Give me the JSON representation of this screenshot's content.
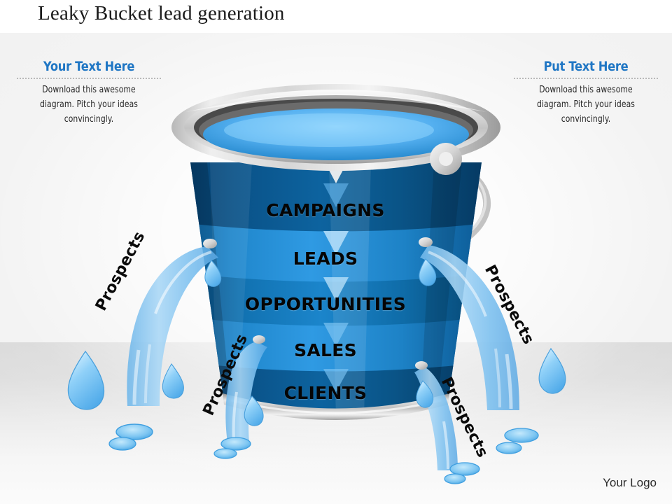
{
  "slide": {
    "title": "Leaky Bucket lead generation",
    "logo": "Your Logo"
  },
  "left_panel": {
    "heading": "Your Text Here",
    "body": "Download this awesome diagram. Pitch your ideas convincingly."
  },
  "right_panel": {
    "heading": "Put Text Here",
    "body": "Download this awesome diagram. Pitch your ideas convincingly."
  },
  "funnel": {
    "stages": [
      {
        "label": "CAMPAIGNS"
      },
      {
        "label": "LEADS"
      },
      {
        "label": "OPPORTUNITIES"
      },
      {
        "label": "SALES"
      },
      {
        "label": "CLIENTS"
      }
    ]
  },
  "leaks": [
    {
      "label": "Prospects",
      "position": "left-upper"
    },
    {
      "label": "Prospects",
      "position": "left-lower"
    },
    {
      "label": "Prospects",
      "position": "right-upper"
    },
    {
      "label": "Prospects",
      "position": "right-lower"
    }
  ],
  "colors": {
    "accent_blue": "#1f76c4",
    "band_dark": "#0a5a96",
    "band_mid": "#1273b5",
    "band_light": "#2a93de",
    "water_surface": "#4aa8ee",
    "metal_light": "#e4e4e4",
    "metal_mid": "#b4b4b4",
    "metal_dark": "#8a8a8a",
    "rim_inner": "#3c3c3c",
    "stream_blue": "#83c2f0",
    "droplet_blue": "#7cc4f2",
    "floor_gray": "#d9d9d9",
    "text_dark": "#1a1a1a"
  }
}
